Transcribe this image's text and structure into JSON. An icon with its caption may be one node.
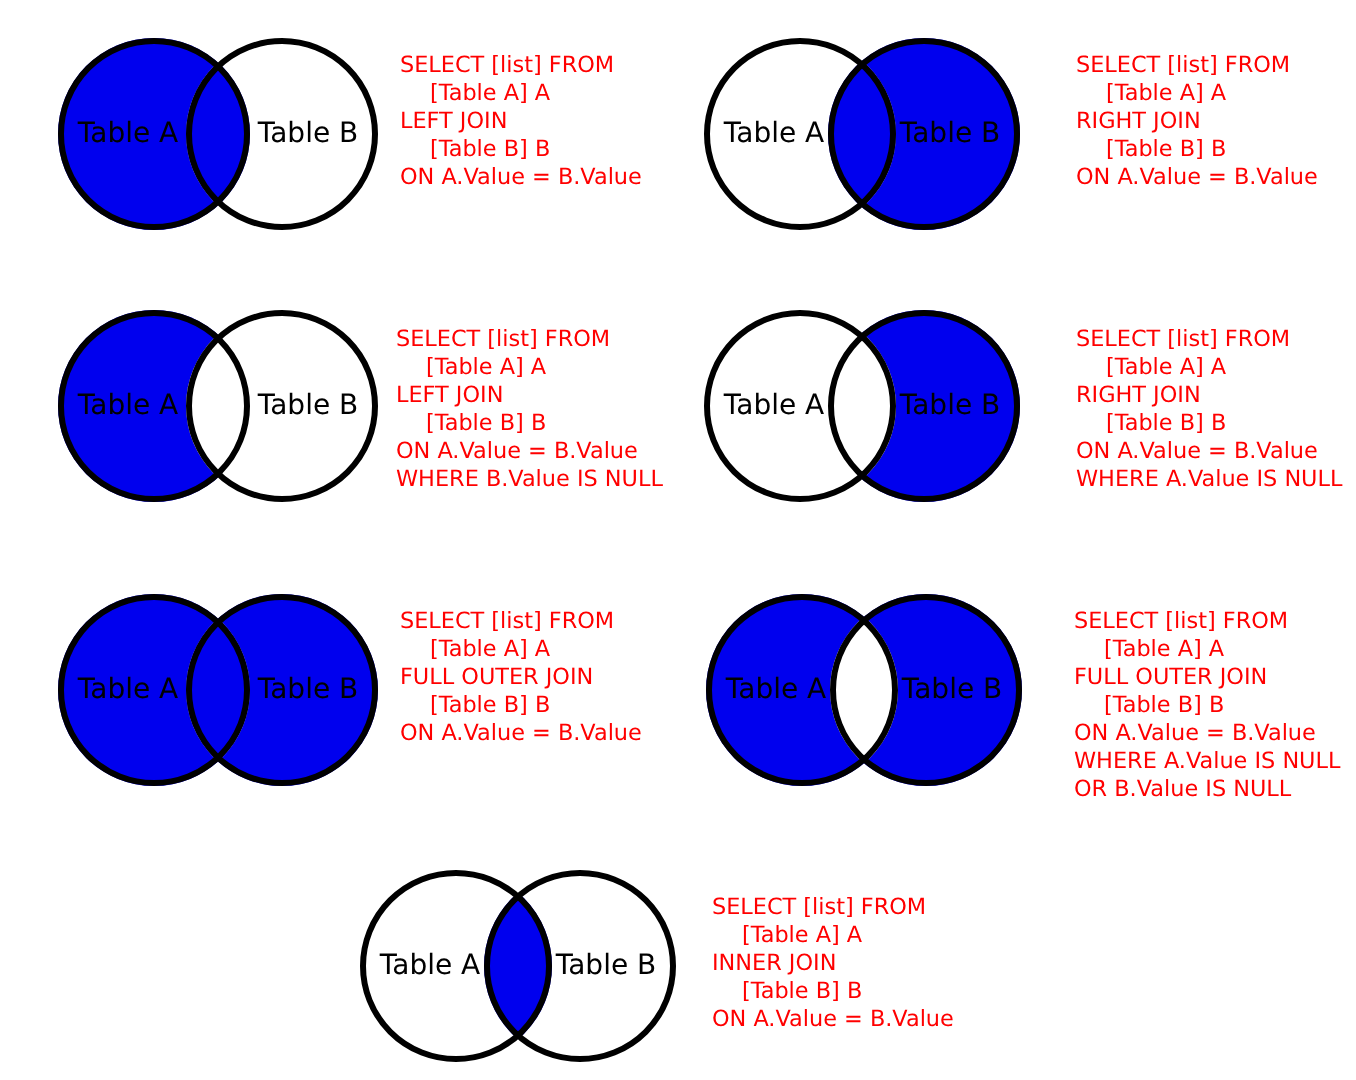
{
  "diagram": {
    "nodes": [
      {
        "text": [
          "Table A"
        ]
      },
      {
        "text": [
          "Table B"
        ]
      },
      {
        "text": [
          "Table A"
        ]
      },
      {
        "text": [
          "Table B"
        ]
      },
      {
        "text": [
          "Table A"
        ]
      },
      {
        "text": [
          "Table B"
        ]
      },
      {
        "text": [
          "Table A"
        ]
      },
      {
        "text": [
          "Table B"
        ]
      },
      {
        "text": [
          "Table A"
        ]
      },
      {
        "text": [
          "Table B"
        ]
      },
      {
        "text": [
          "Table A"
        ]
      },
      {
        "text": [
          "Table B"
        ]
      },
      {
        "text": [
          "Table A"
        ]
      },
      {
        "text": [
          "Table B"
        ]
      }
    ],
    "labels": [
      "SELECT [list] FROM",
      "[Table A] A",
      "LEFT JOIN",
      "[Table B] B",
      "ON A.Value = B.Value",
      "SELECT [list] FROM",
      "[Table A] A",
      "RIGHT JOIN",
      "[Table B] B",
      "ON A.Value = B.Value",
      "SELECT [list] FROM",
      "[Table A] A",
      "LEFT JOIN",
      "[Table B] B",
      "ON A.Value = B.Value",
      "WHERE B.Value IS NULL",
      "SELECT [list] FROM",
      "[Table A] A",
      "RIGHT JOIN",
      "[Table B] B",
      "ON A.Value = B.Value",
      "WHERE A.Value IS NULL",
      "SELECT [list] FROM",
      "[Table A] A",
      "FULL OUTER JOIN",
      "[Table B] B",
      "ON A.Value = B.Value",
      "SELECT [list] FROM",
      "[Table A] A",
      "FULL OUTER JOIN",
      "[Table B] B",
      "ON A.Value = B.Value",
      "WHERE A.Value IS NULL",
      "OR B.Value IS NULL",
      "SELECT [list] FROM",
      "[Table A] A",
      "INNER JOIN",
      "[Table B] B",
      "ON A.Value = B.Value"
    ]
  }
}
